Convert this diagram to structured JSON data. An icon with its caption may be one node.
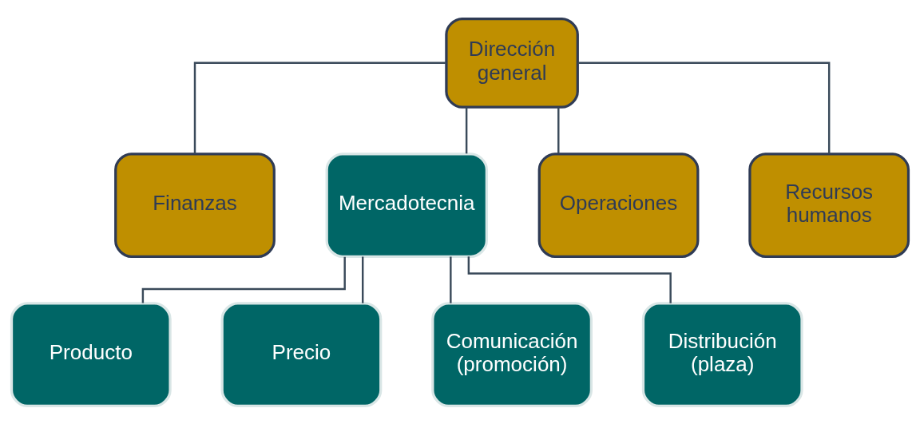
{
  "diagram": {
    "nodes": [
      {
        "text": [
          "Dirección general"
        ]
      },
      {
        "text": [
          "Finanzas"
        ]
      },
      {
        "text": [
          "Mercadotecnia"
        ]
      },
      {
        "text": [
          "Operaciones"
        ]
      },
      {
        "text": [
          "Recursos humanos"
        ]
      },
      {
        "text": [
          "Producto"
        ]
      },
      {
        "text": [
          "Precio"
        ]
      },
      {
        "text": [
          "Comunicación (promoción)"
        ]
      },
      {
        "text": [
          "Distribución (plaza)"
        ]
      }
    ],
    "edges": [
      {
        "from": 0,
        "to": 1,
        "arrow": "none"
      },
      {
        "from": 0,
        "to": 2,
        "arrow": "none"
      },
      {
        "from": 0,
        "to": 3,
        "arrow": "none"
      },
      {
        "from": 0,
        "to": 4,
        "arrow": "none"
      },
      {
        "from": 2,
        "to": 5,
        "arrow": "none"
      },
      {
        "from": 2,
        "to": 6,
        "arrow": "none"
      },
      {
        "from": 2,
        "to": 7,
        "arrow": "none"
      },
      {
        "from": 2,
        "to": 8,
        "arrow": "none"
      }
    ]
  }
}
